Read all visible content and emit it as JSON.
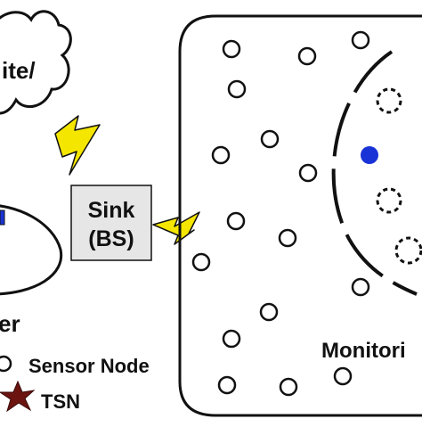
{
  "cloud": {
    "label": "ite/"
  },
  "sink": {
    "line1": "Sink",
    "line2": "(BS)"
  },
  "user_area": {
    "label": "er"
  },
  "monitoring": {
    "label": "Monitori"
  },
  "legend": {
    "sensor_node": "Sensor Node",
    "tsn": "TSN"
  },
  "colors": {
    "stroke": "#111111",
    "sink_fill": "#e6e6e6",
    "lightning": "#f5e600",
    "target": "#1a33d6",
    "tsn": "#6b1410"
  }
}
